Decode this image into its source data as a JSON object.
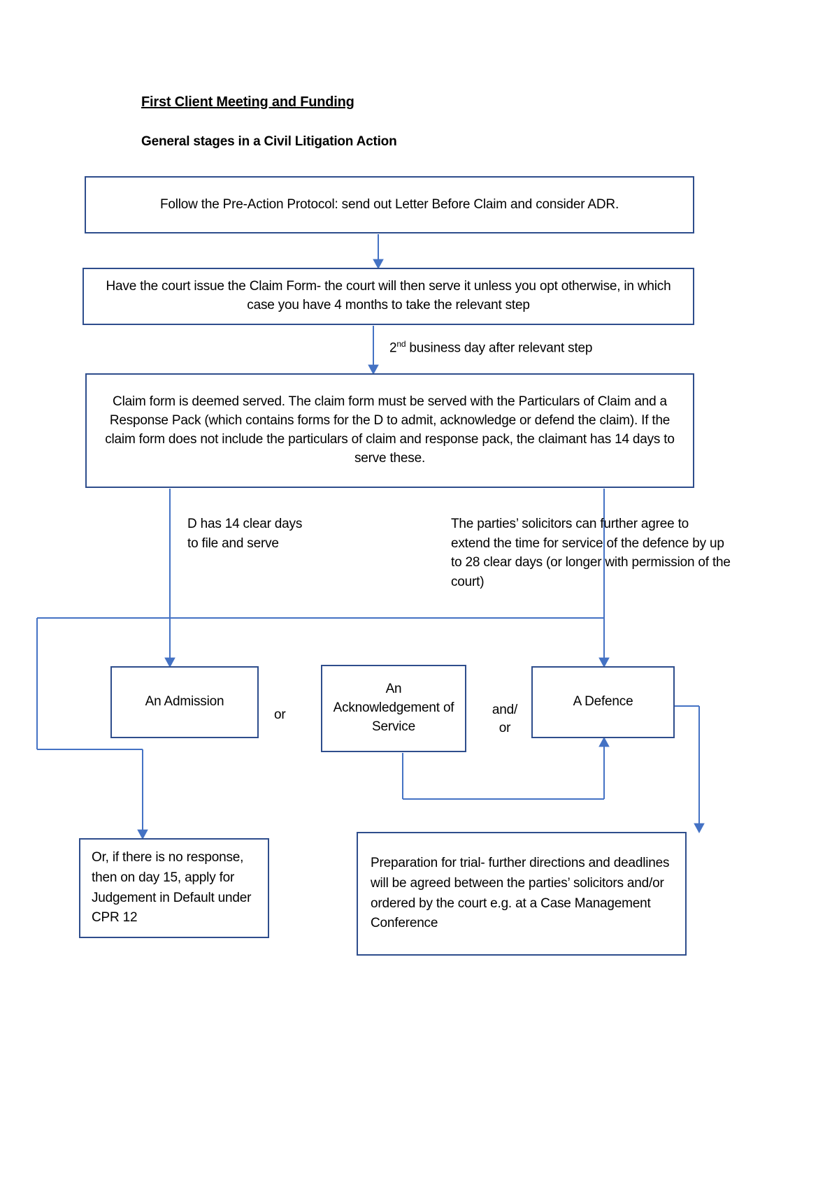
{
  "headings": {
    "title": "First Client Meeting and Funding ",
    "subtitle": "General stages in a Civil Litigation Action"
  },
  "colors": {
    "box_border": "#2E4D8C",
    "connector": "#4472C4",
    "page_background": "#FFFFFF",
    "text": "#000000"
  },
  "boxes": {
    "protocol": "Follow the Pre-Action Protocol: send out Letter Before Claim and consider ADR.",
    "issue": "Have the court issue the Claim Form- the court will then serve it unless you opt otherwise, in which case you have 4 months to take the relevant step",
    "served": "Claim form is deemed served. The claim form must be served with the Particulars of Claim and a Response Pack (which contains forms for the D to admit, acknowledge or defend the claim). If the claim form does not include the particulars of claim and response pack, the claimant has 14 days to serve these.",
    "admission": "An Admission",
    "acknowledgement": "An Acknowledgement of Service",
    "defence": "A Defence",
    "default_judgement": "Or, if there is no response, then on day 15, apply for Judgement in Default under CPR 12",
    "trial_prep": "Preparation for trial- further directions and deadlines will be agreed between the parties’ solicitors and/or ordered by the court e.g. at a Case Management Conference"
  },
  "annotations": {
    "business_day_prefix": "2",
    "business_day_superscript": "nd",
    "business_day_rest": " business day after relevant step",
    "d_file_serve": "D has 14 clear days to file and serve",
    "extend_time": "The parties’ solicitors can further agree to extend the time for service of the defence by up to 28 clear days (or longer with permission of the court)"
  },
  "connector_labels": {
    "or": "or",
    "and_or": "and/ or"
  },
  "flow": {
    "type": "flowchart",
    "edges": [
      {
        "from": "protocol",
        "to": "issue",
        "label": ""
      },
      {
        "from": "issue",
        "to": "served",
        "label": "2nd business day after relevant step"
      },
      {
        "from": "served",
        "to": "admission",
        "label": "D has 14 clear days to file and serve"
      },
      {
        "from": "served",
        "to": "defence",
        "label": "The parties’ solicitors can further agree to extend the time for service of the defence by up to 28 clear days (or longer with permission of the court)"
      },
      {
        "from": "served",
        "to": "default_judgement",
        "label": ""
      },
      {
        "from": "acknowledgement",
        "to": "defence",
        "label": ""
      },
      {
        "from": "defence",
        "to": "trial_prep",
        "label": ""
      }
    ]
  }
}
